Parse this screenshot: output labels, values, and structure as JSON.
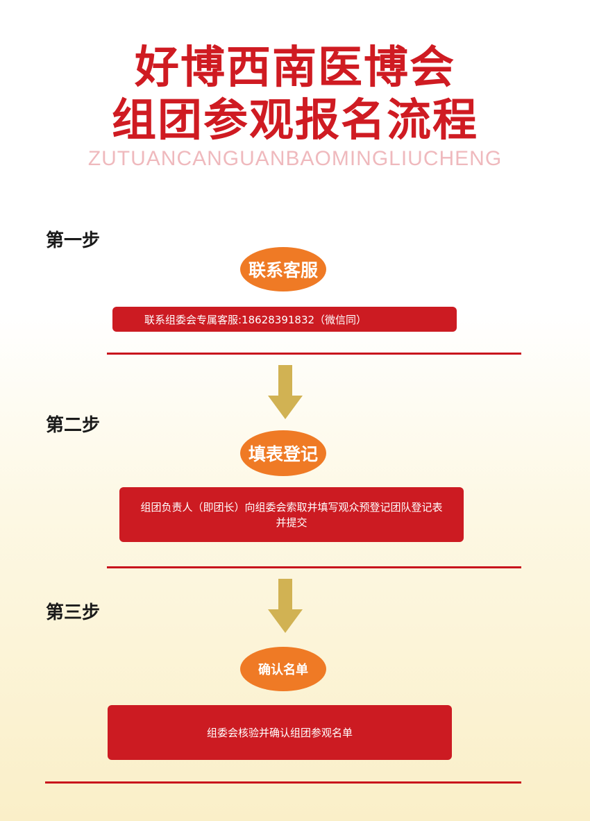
{
  "header": {
    "title_line1": "好博西南医博会",
    "title_line2": "组团参观报名流程",
    "subtitle": "ZUTUANCANGUANBAOMINGLIUCHENG"
  },
  "steps": [
    {
      "label": "第一步",
      "name": "联系客服",
      "desc": "联系组委会专属客服:18628391832（微信同）"
    },
    {
      "label": "第二步",
      "name": "填表登记",
      "desc": "组团负责人（即团长）向组委会索取并填写观众预登记团队登记表并提交"
    },
    {
      "label": "第三步",
      "name": "确认名单",
      "desc": "组委会核验并确认组团参观名单"
    }
  ],
  "colors": {
    "title_red": "#cf1b22",
    "oval_orange": "#ef7a25",
    "bar_red": "#cc1b22",
    "arrow_gold": "#d1b253"
  },
  "icons": {
    "arrow": "down-arrow-icon"
  }
}
